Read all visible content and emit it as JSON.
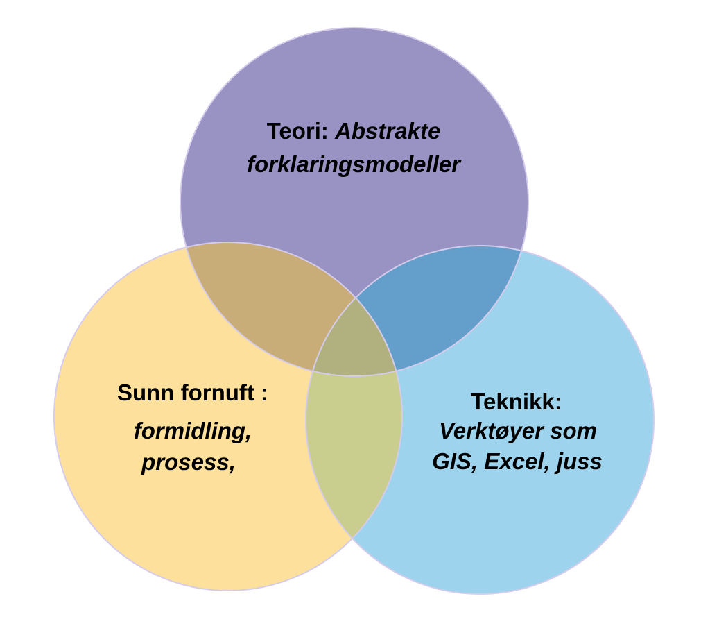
{
  "colors": {
    "teori": "#9893C3",
    "sunn_fornuft": "#FDE09B",
    "teknikk": "#9DD3EC",
    "teori_sunn": "#C9AD78",
    "teori_teknikk": "#649FCB",
    "sunn_teknikk": "#C9CD8E",
    "all_three": "#B0B17F",
    "outline": "#D5CCEC"
  },
  "circles": {
    "teori": {
      "label": "Teori:",
      "line1_italic": "Abstrakte",
      "line2": "forklaringsmodeller"
    },
    "sunn_fornuft": {
      "label": "Sunn fornuft :",
      "line2": "formidling,",
      "line3": "prosess,"
    },
    "teknikk": {
      "label": "Teknikk:",
      "line2": "Verktøyer som",
      "line3": "GIS, Excel, juss"
    }
  }
}
